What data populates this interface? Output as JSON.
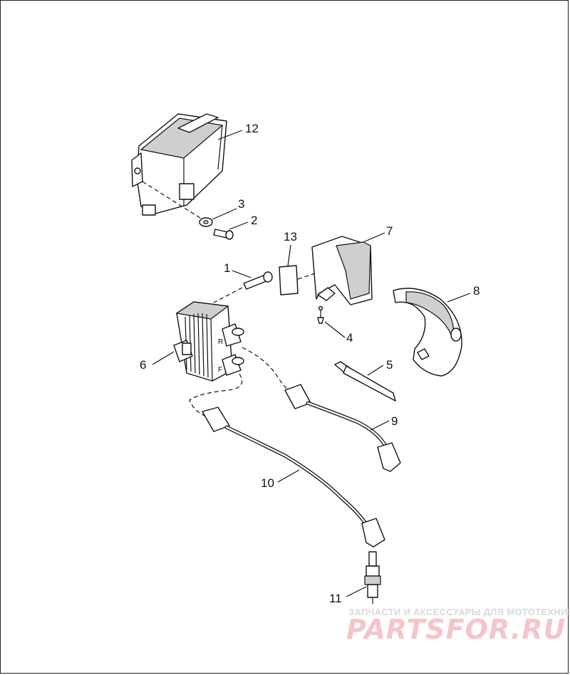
{
  "callouts": [
    {
      "id": "12",
      "label": "12"
    },
    {
      "id": "3",
      "label": "3"
    },
    {
      "id": "2",
      "label": "2"
    },
    {
      "id": "13",
      "label": "13"
    },
    {
      "id": "7",
      "label": "7"
    },
    {
      "id": "1",
      "label": "1"
    },
    {
      "id": "8",
      "label": "8"
    },
    {
      "id": "4",
      "label": "4"
    },
    {
      "id": "6",
      "label": "6"
    },
    {
      "id": "5",
      "label": "5"
    },
    {
      "id": "9",
      "label": "9"
    },
    {
      "id": "10",
      "label": "10"
    },
    {
      "id": "11",
      "label": "11"
    }
  ],
  "coil_marks": {
    "rear": "R",
    "front": "F"
  },
  "watermark": {
    "subtitle": "ЗАПЧАСТИ И АКСЕССУАРЫ ДЛЯ МОТОТЕХНИКИ",
    "logo": "PARTSFOR.RU"
  },
  "colors": {
    "line": "#111111",
    "background": "#ffffff",
    "watermark": "#f4c6c9"
  }
}
